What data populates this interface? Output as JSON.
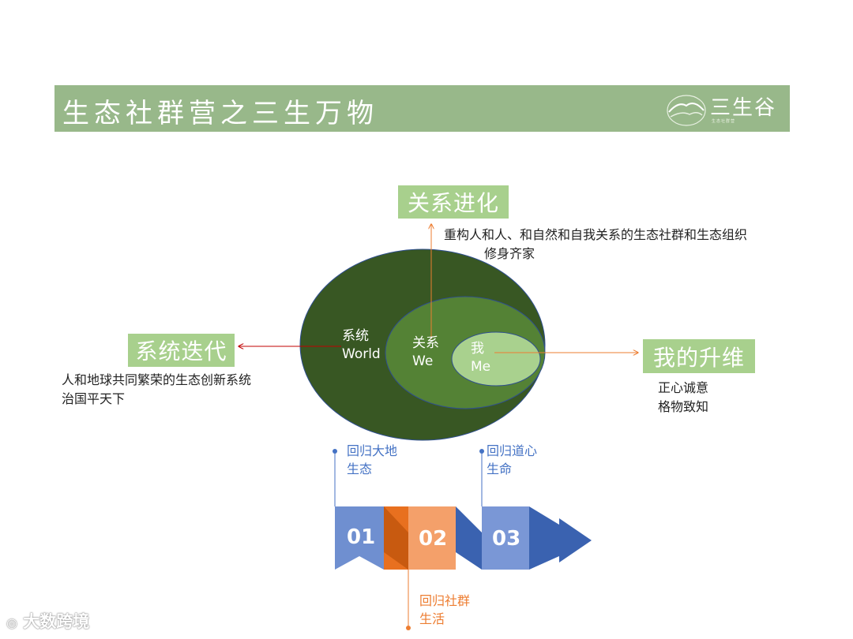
{
  "header": {
    "title": "生态社群营之三生万物",
    "logo_text": "三生谷",
    "logo_subtext": "生态社群营"
  },
  "diagram": {
    "top": {
      "label": "关系进化",
      "desc_line1": "重构人和人、和自然和自我关系的生态社群和生态组织",
      "desc_line2": "修身齐家"
    },
    "left": {
      "label": "系统迭代",
      "desc_line1": "人和地球共同繁荣的生态创新系统",
      "desc_line2": "治国平天下"
    },
    "right": {
      "label": "我的升维",
      "desc_line1": "正心诚意",
      "desc_line2": "格物致知"
    },
    "outer": {
      "cn": "系统",
      "en": "World",
      "color": "#385723"
    },
    "middle": {
      "cn": "关系",
      "en": "We",
      "color": "#548235"
    },
    "inner": {
      "cn": "我",
      "en": "Me",
      "color": "#a9d18e"
    },
    "arrow_colors": {
      "up": "#ed7d31",
      "left": "#c00000",
      "right": "#ed7d31"
    }
  },
  "timeline": {
    "steps": [
      {
        "num": "01",
        "label_line1": "回归大地",
        "label_line2": "生态",
        "color": "#6f8fd0",
        "label_color": "#4472c4"
      },
      {
        "num": "02",
        "label_line1": "回归社群",
        "label_line2": "生活",
        "color": "#f4a06a",
        "label_color": "#ed7d31"
      },
      {
        "num": "03",
        "label_line1": "回归道心",
        "label_line2": "生命",
        "color": "#7a97d6",
        "label_color": "#4472c4"
      }
    ]
  },
  "watermark": "大数跨境"
}
